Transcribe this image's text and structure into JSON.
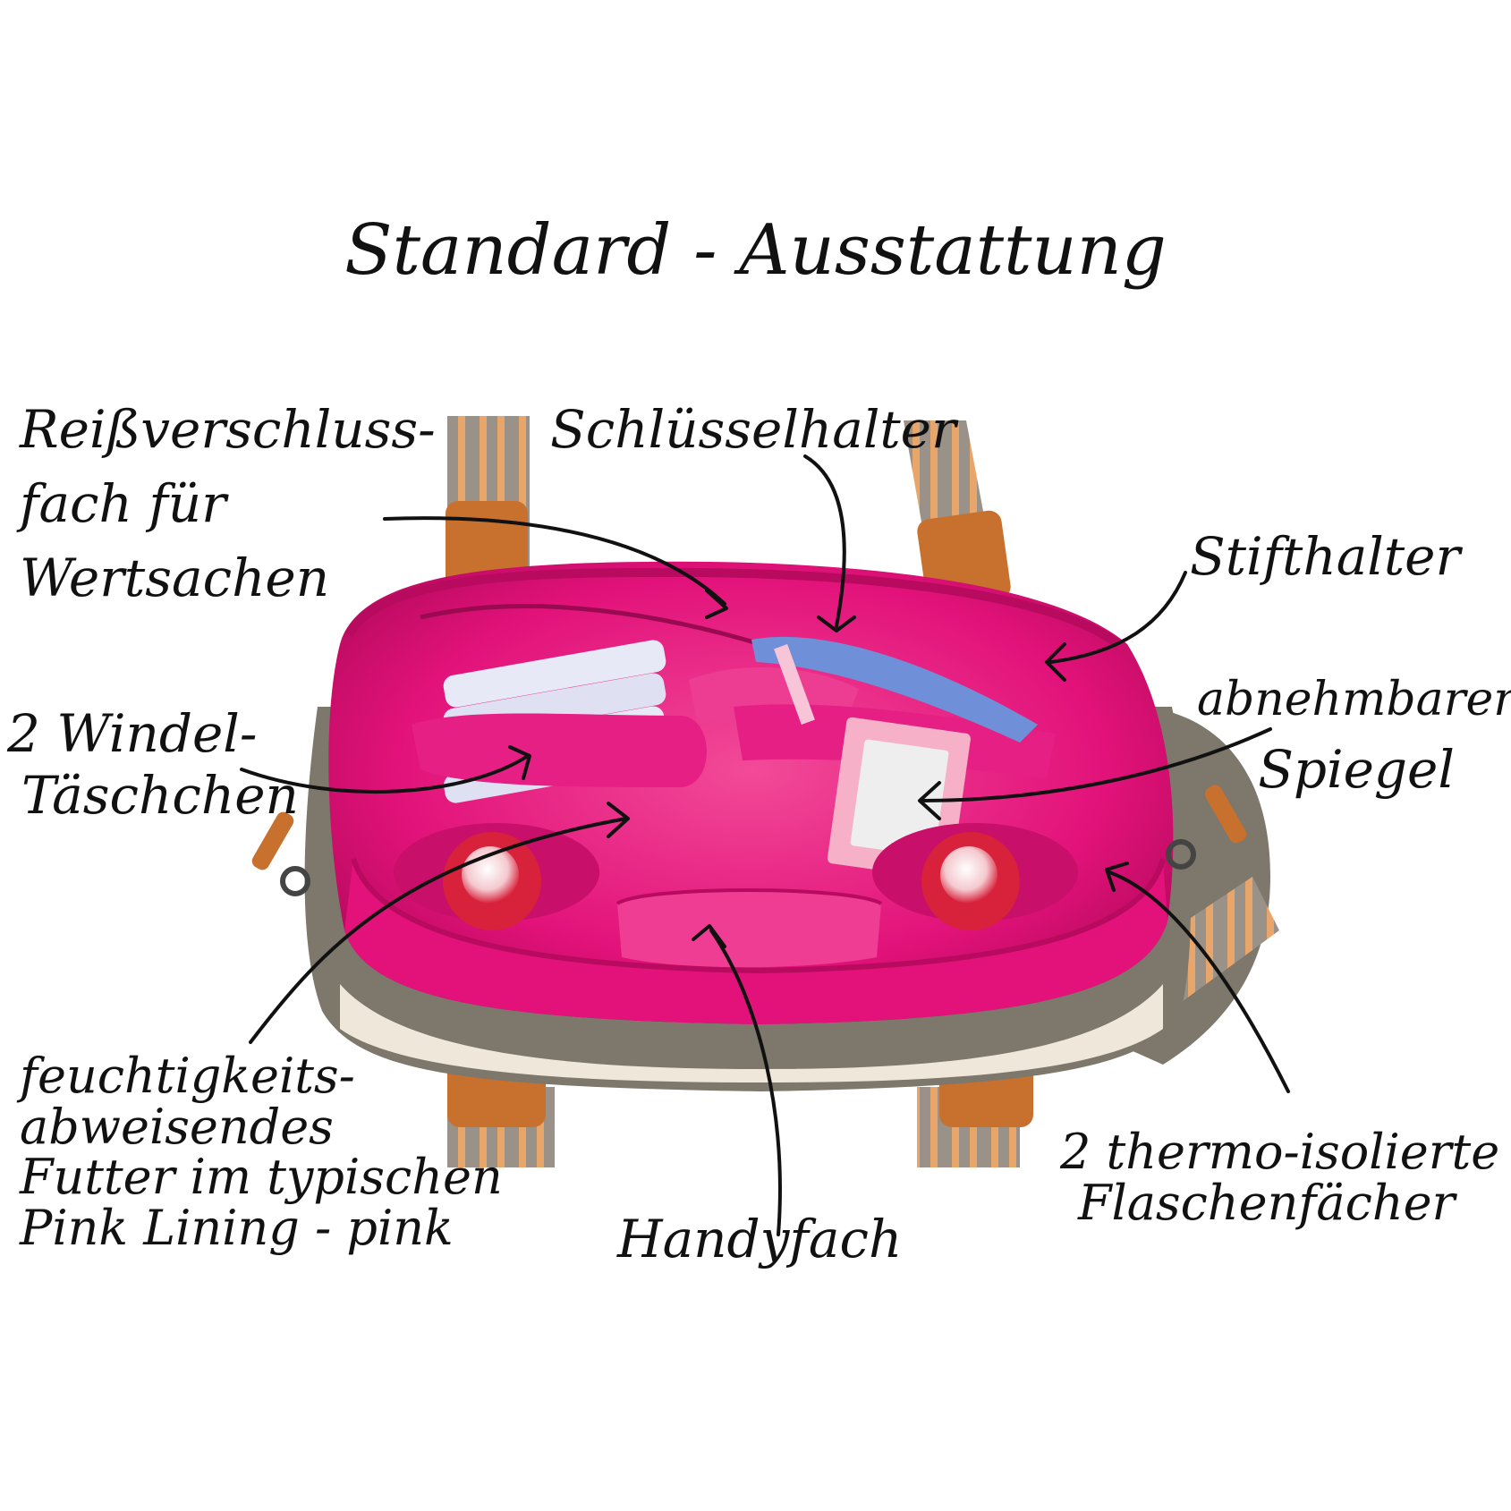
{
  "title": "Standard - Ausstattung",
  "labels": {
    "zipper_pocket": [
      "Reißverschluss-",
      "fach für",
      "Wertsachen"
    ],
    "key_holder": "Schlüsselhalter",
    "pen_holder": "Stifthalter",
    "mirror": [
      "abnehmbarer",
      "Spiegel"
    ],
    "diaper_pockets": [
      "2 Windel-",
      "Täschchen"
    ],
    "lining": [
      "feuchtigkeits-",
      "abweisendes",
      "Futter im typischen",
      "Pink Lining - pink"
    ],
    "phone_pocket": "Handyfach",
    "bottle_pockets": [
      "2 thermo-isolierte",
      "Flaschenfächer"
    ]
  },
  "colors": {
    "lining_pink": "#e2127a",
    "lining_deep": "#b80a5e",
    "lining_light": "#f25aa2",
    "leather": "#c8702e",
    "strap_grey": "#9a9288",
    "strap_orange": "#e8a66a",
    "bottle_red": "#d8213a",
    "canvas_grey": "#7d776c"
  }
}
